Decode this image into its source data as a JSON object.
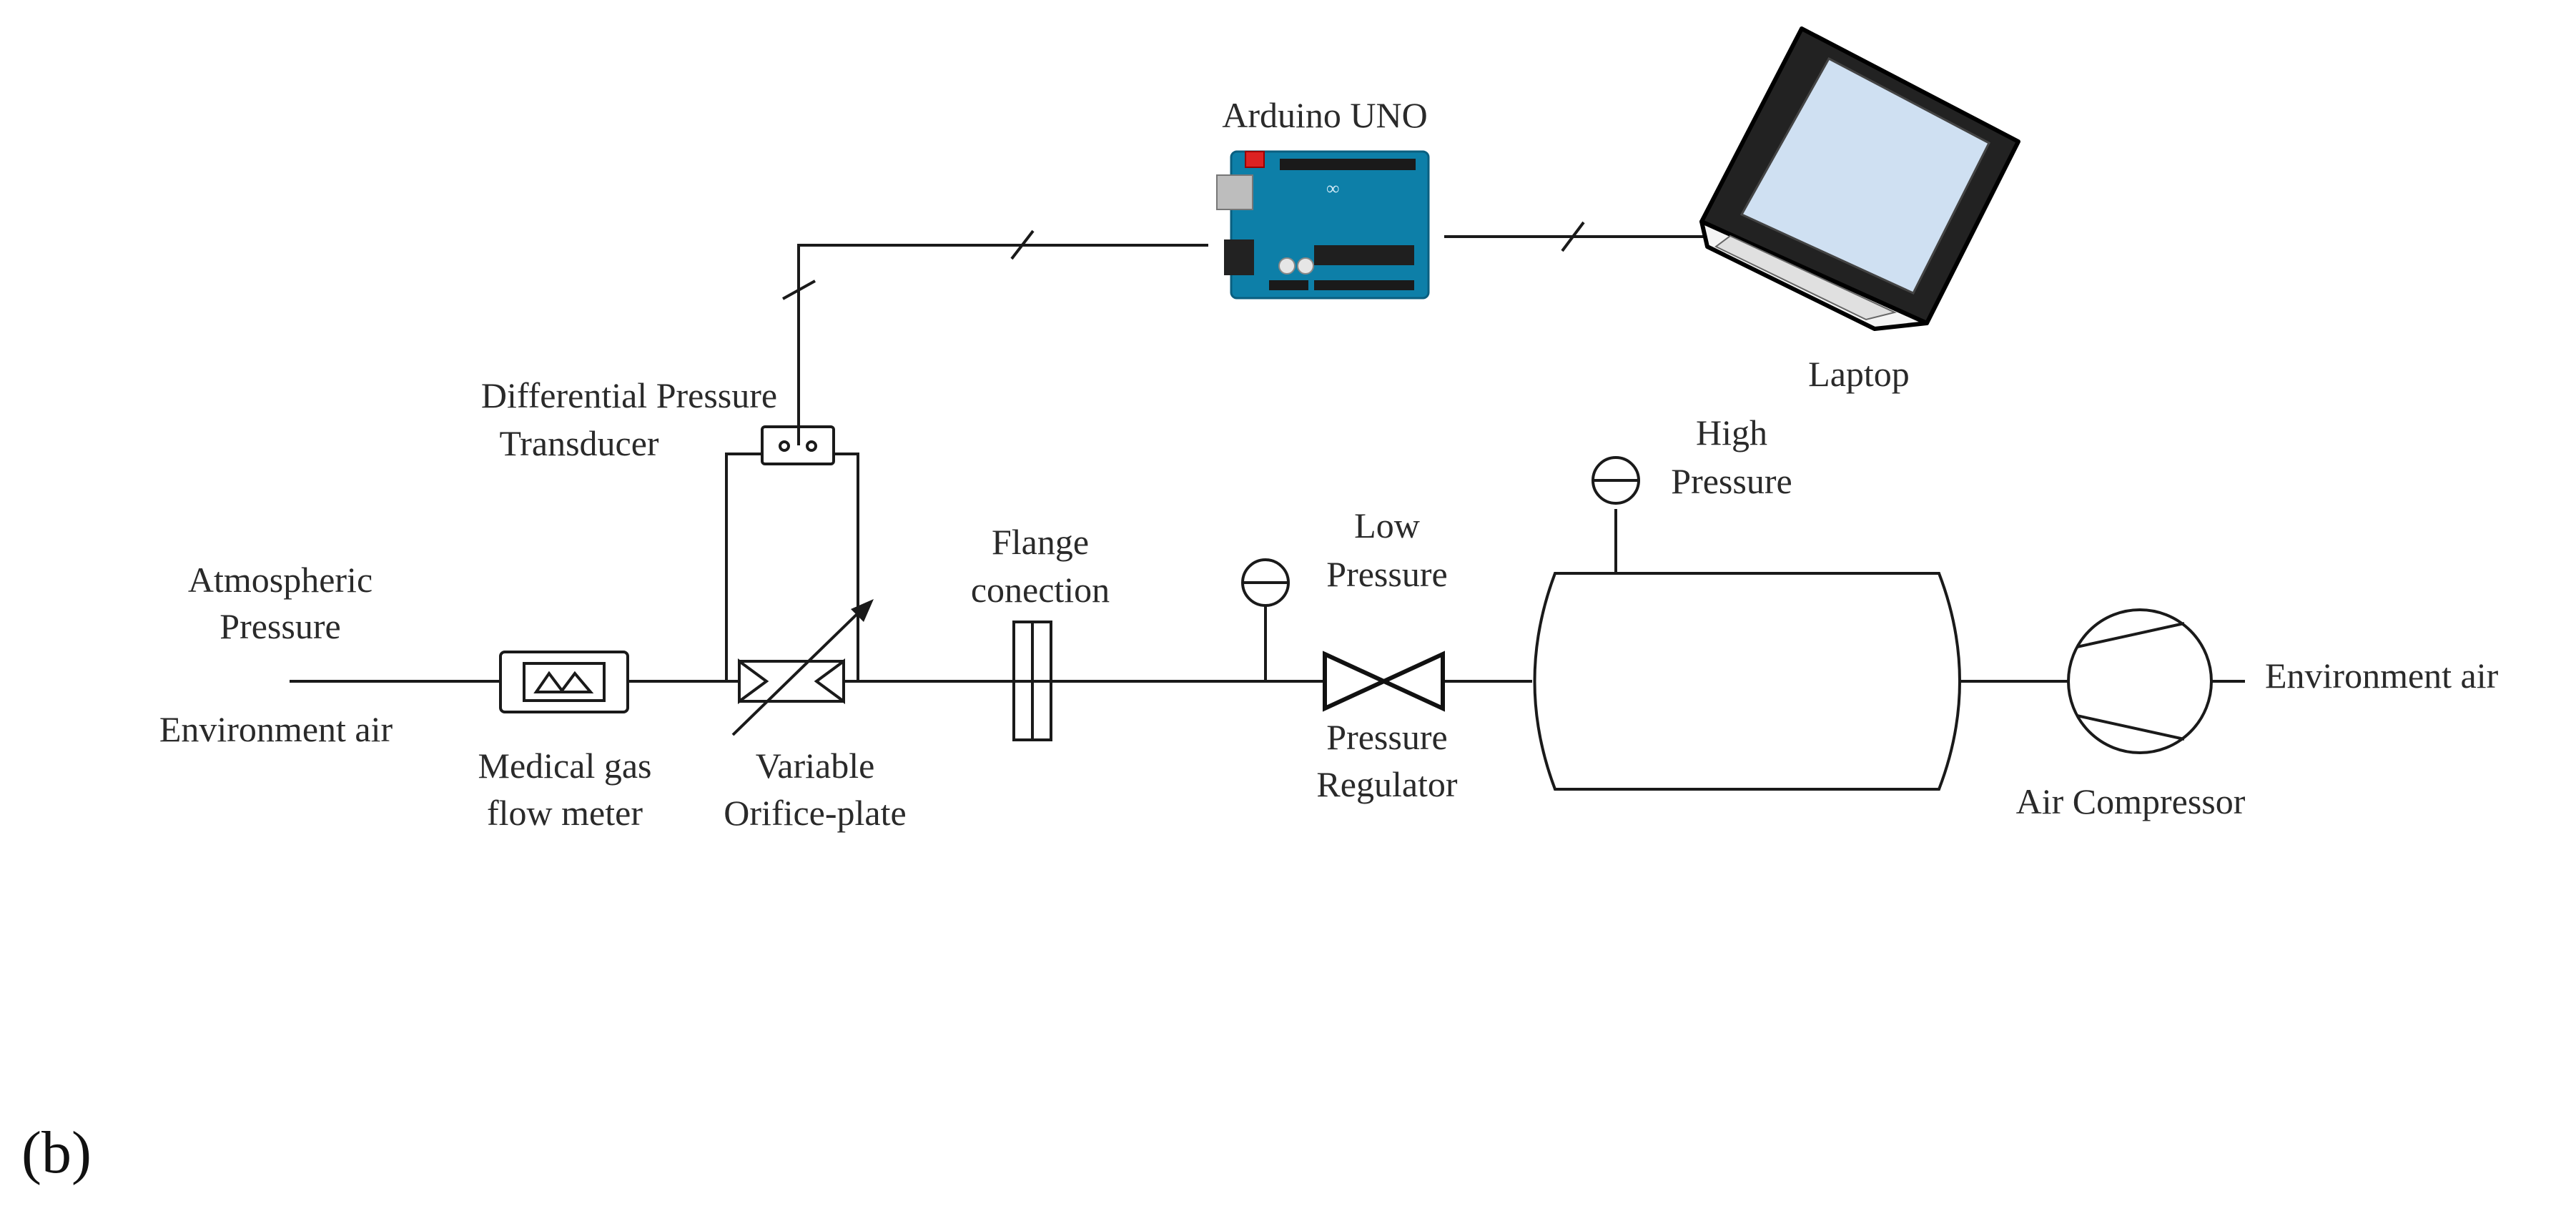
{
  "diagram": {
    "panel_label": "(b)",
    "labels": {
      "arduino": "Arduino UNO",
      "laptop": "Laptop",
      "dpt_line1": "Differential Pressure",
      "dpt_line2": "Transducer",
      "atm_line1": "Atmospheric",
      "atm_line2": "Pressure",
      "env_air_left": "Environment air",
      "flowmeter_line1": "Medical gas",
      "flowmeter_line2": "flow meter",
      "orifice_line1": "Variable",
      "orifice_line2": "Orifice-plate",
      "flange_line1": "Flange",
      "flange_line2": "conection",
      "lowp_line1": "Low",
      "lowp_line2": "Pressure",
      "regulator_line1": "Pressure",
      "regulator_line2": "Regulator",
      "highp_line1": "High",
      "highp_line2": "Pressure",
      "compressor": "Air Compressor",
      "env_air_right": "Environment air"
    },
    "colors": {
      "arduino_board": "#0d7fa8",
      "arduino_header": "#1a1a1a",
      "screen": "#cfe0f2",
      "line": "#1a1a1a"
    }
  }
}
